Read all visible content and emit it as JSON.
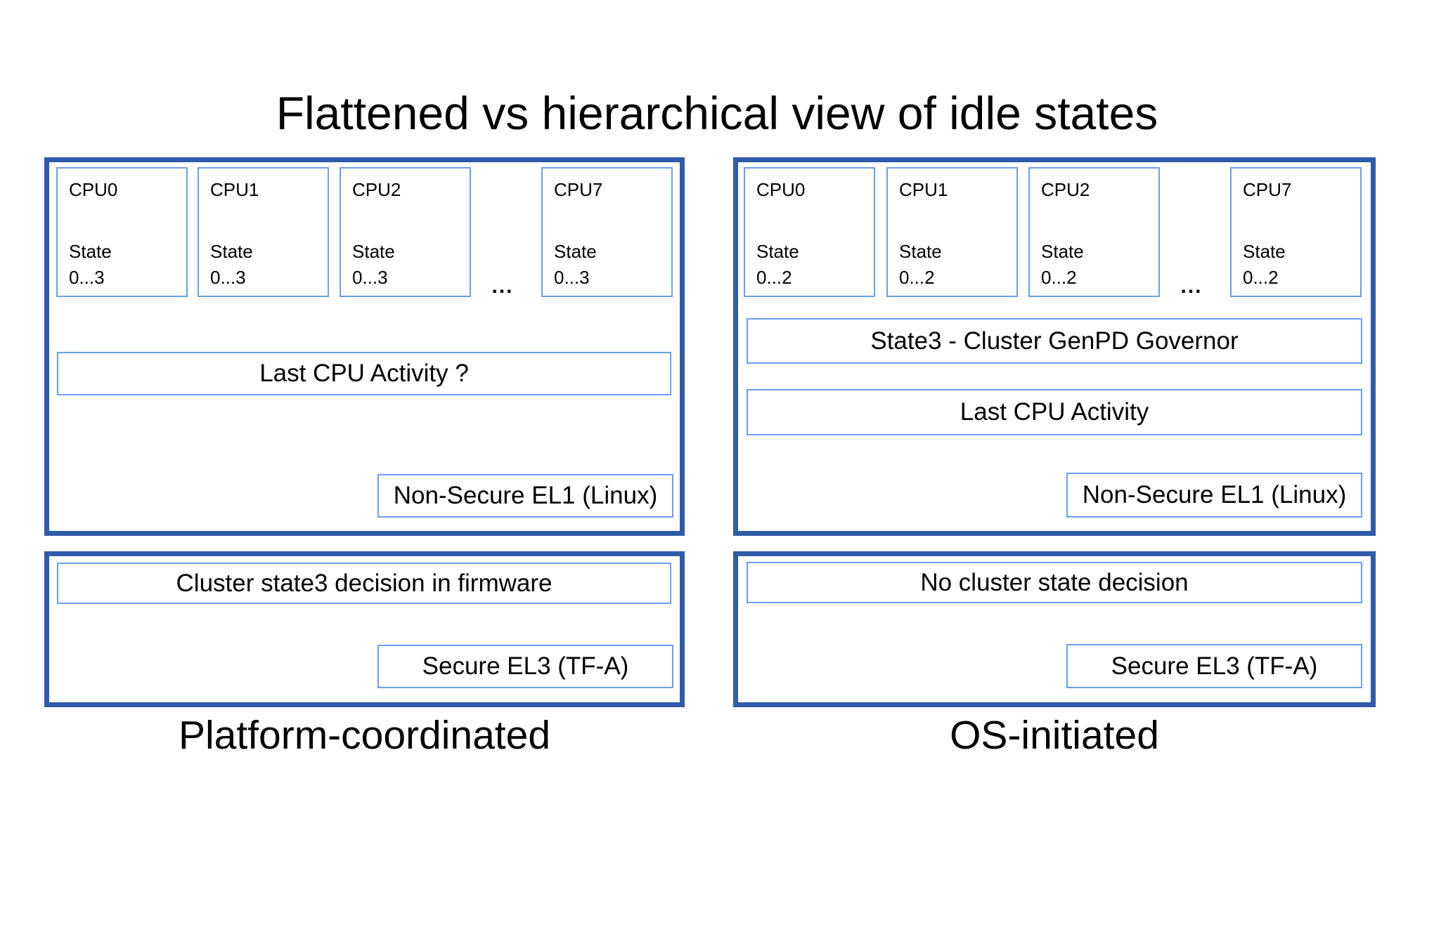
{
  "title": "Flattened vs hierarchical view of idle states",
  "colors": {
    "outer_border": "#2f5ba8",
    "inner_border": "#6d9eeb",
    "text": "#000000"
  },
  "left_panel": {
    "label": "Platform-coordinated",
    "ellipsis": "...",
    "cpus": [
      {
        "name": "CPU0",
        "state_label": "State",
        "state_range": "0...3"
      },
      {
        "name": "CPU1",
        "state_label": "State",
        "state_range": "0...3"
      },
      {
        "name": "CPU2",
        "state_label": "State",
        "state_range": "0...3"
      },
      {
        "name": "CPU7",
        "state_label": "State",
        "state_range": "0...3"
      }
    ],
    "activity_box": "Last CPU Activity ?",
    "el1_box": "Non-Secure EL1 (Linux)",
    "firmware_box": "Cluster state3 decision in firmware",
    "el3_box": "Secure EL3 (TF-A)"
  },
  "right_panel": {
    "label": "OS-initiated",
    "ellipsis": "...",
    "cpus": [
      {
        "name": "CPU0",
        "state_label": "State",
        "state_range": "0...2"
      },
      {
        "name": "CPU1",
        "state_label": "State",
        "state_range": "0...2"
      },
      {
        "name": "CPU2",
        "state_label": "State",
        "state_range": "0...2"
      },
      {
        "name": "CPU7",
        "state_label": "State",
        "state_range": "0...2"
      }
    ],
    "governor_box": "State3 - Cluster GenPD Governor",
    "activity_box": "Last CPU Activity",
    "el1_box": "Non-Secure EL1 (Linux)",
    "decision_box": "No cluster state decision",
    "el3_box": "Secure EL3 (TF-A)"
  }
}
